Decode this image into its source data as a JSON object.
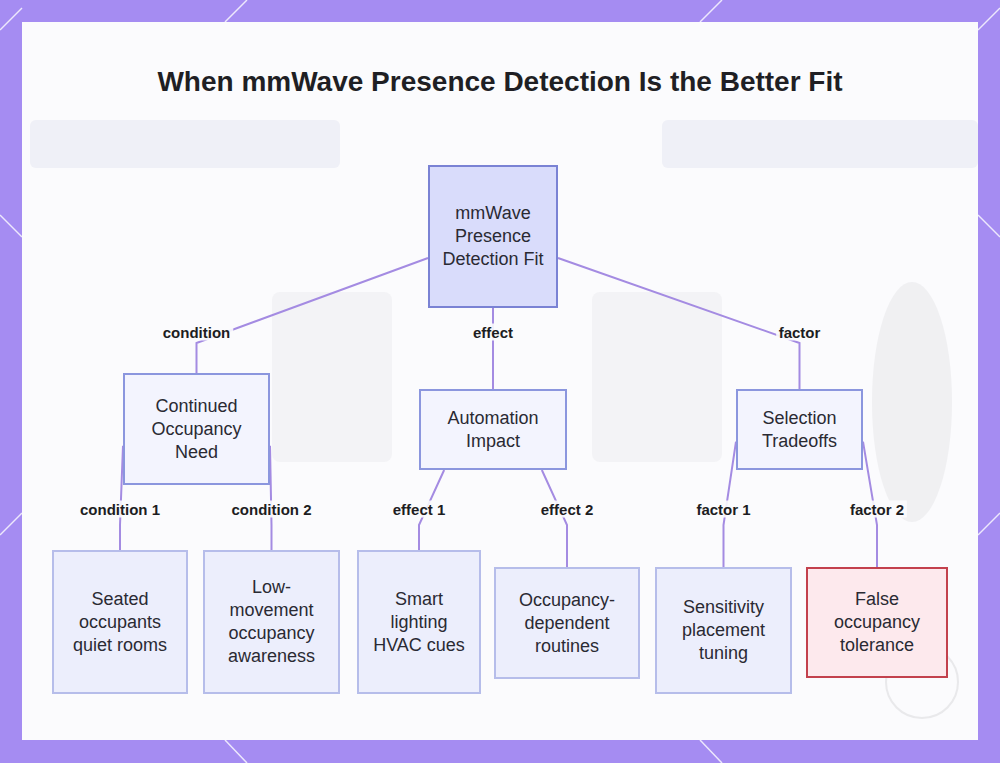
{
  "diagram": {
    "title": "When mmWave Presence Detection Is the Better Fit",
    "nodes": [
      {
        "text": [
          "mmWave Presence Detection Fit"
        ]
      },
      {
        "text": [
          "Continued Occupancy Need"
        ]
      },
      {
        "text": [
          "Automation Impact"
        ]
      },
      {
        "text": [
          "Selection Tradeoffs"
        ]
      },
      {
        "text": [
          "Seated occupants quiet rooms"
        ]
      },
      {
        "text": [
          "Low-movement occupancy awareness"
        ]
      },
      {
        "text": [
          "Smart lighting HVAC cues"
        ]
      },
      {
        "text": [
          "Occupancy-dependent routines"
        ]
      },
      {
        "text": [
          "Sensitivity placement tuning"
        ]
      },
      {
        "text": [
          "False occupancy tolerance"
        ]
      }
    ],
    "edges": [
      {
        "from": 0,
        "to": 1,
        "label": "condition",
        "arrow": "none"
      },
      {
        "from": 0,
        "to": 2,
        "label": "effect",
        "arrow": "none"
      },
      {
        "from": 0,
        "to": 3,
        "label": "factor",
        "arrow": "none"
      },
      {
        "from": 1,
        "to": 4,
        "label": "condition 1",
        "arrow": "none"
      },
      {
        "from": 1,
        "to": 5,
        "label": "condition 2",
        "arrow": "none"
      },
      {
        "from": 2,
        "to": 6,
        "label": "effect 1",
        "arrow": "none"
      },
      {
        "from": 2,
        "to": 7,
        "label": "effect 2",
        "arrow": "none"
      },
      {
        "from": 3,
        "to": 8,
        "label": "factor 1",
        "arrow": "none"
      },
      {
        "from": 3,
        "to": 9,
        "label": "factor 2",
        "arrow": "none"
      }
    ]
  }
}
